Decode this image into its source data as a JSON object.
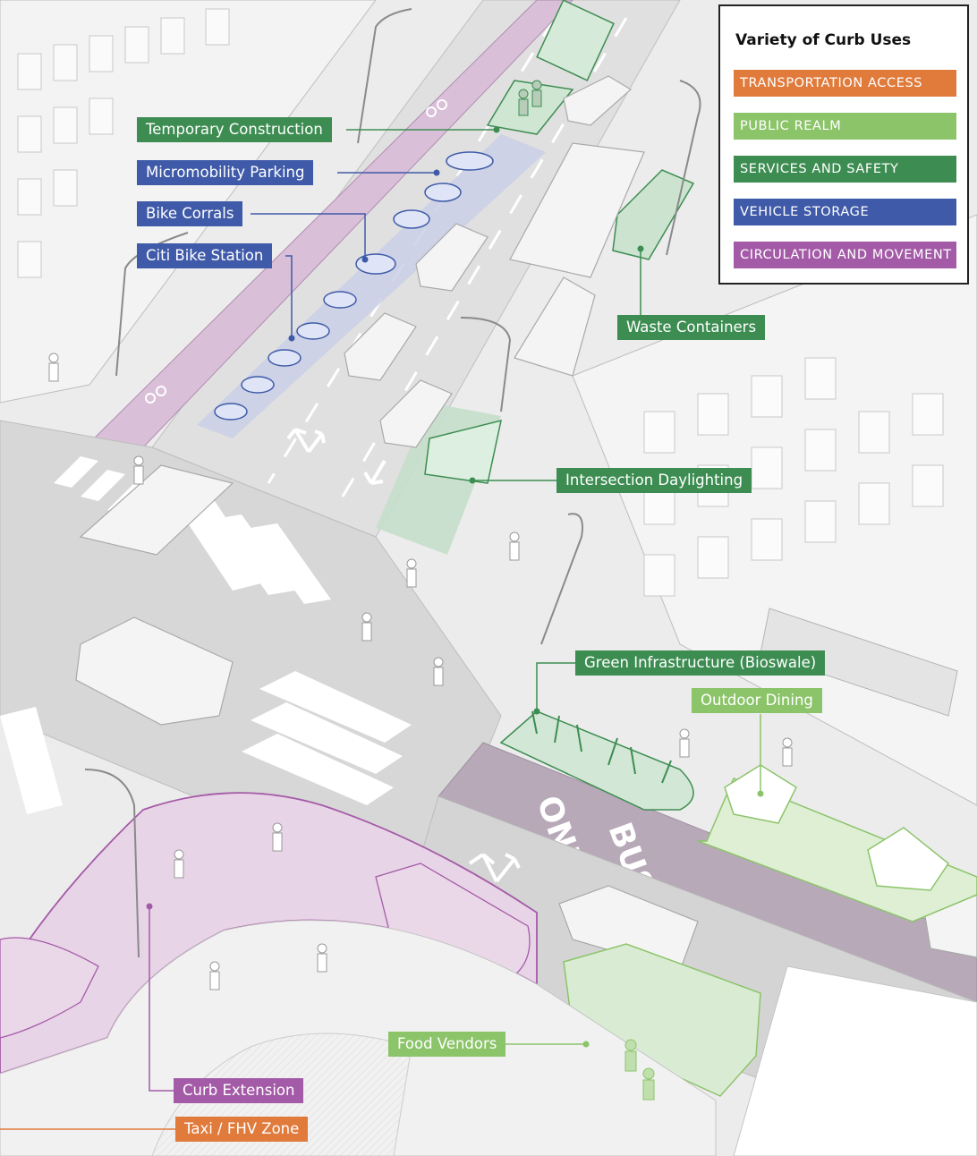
{
  "colors": {
    "transportation_access": "#e07b3c",
    "public_realm": "#8cc46a",
    "services_and_safety": "#3d8d52",
    "vehicle_storage": "#3f5aa8",
    "circulation_and_movement": "#a45ba7"
  },
  "legend": {
    "title": "Variety of Curb Uses",
    "items": [
      {
        "label": "TRANSPORTATION ACCESS",
        "category": "transportation_access"
      },
      {
        "label": "PUBLIC REALM",
        "category": "public_realm"
      },
      {
        "label": "SERVICES AND SAFETY",
        "category": "services_and_safety"
      },
      {
        "label": "VEHICLE STORAGE",
        "category": "vehicle_storage"
      },
      {
        "label": "CIRCULATION AND MOVEMENT",
        "category": "circulation_and_movement"
      }
    ]
  },
  "callouts": [
    {
      "id": "temporary-construction",
      "label": "Temporary Construction",
      "category": "services_and_safety"
    },
    {
      "id": "micromobility-parking",
      "label": "Micromobility Parking",
      "category": "vehicle_storage"
    },
    {
      "id": "bike-corrals",
      "label": "Bike Corrals",
      "category": "vehicle_storage"
    },
    {
      "id": "citi-bike-station",
      "label": "Citi Bike Station",
      "category": "vehicle_storage"
    },
    {
      "id": "waste-containers",
      "label": "Waste Containers",
      "category": "services_and_safety"
    },
    {
      "id": "intersection-daylighting",
      "label": "Intersection Daylighting",
      "category": "services_and_safety"
    },
    {
      "id": "green-infrastructure",
      "label": "Green Infrastructure (Bioswale)",
      "category": "services_and_safety"
    },
    {
      "id": "outdoor-dining",
      "label": "Outdoor Dining",
      "category": "public_realm"
    },
    {
      "id": "food-vendors",
      "label": "Food Vendors",
      "category": "public_realm"
    },
    {
      "id": "curb-extension",
      "label": "Curb Extension",
      "category": "circulation_and_movement"
    },
    {
      "id": "taxi-fhv-zone",
      "label": "Taxi / FHV Zone",
      "category": "transportation_access"
    }
  ],
  "road_markings": {
    "bus_lane_top": "ONLY",
    "bus_lane_bottom": "BUS"
  },
  "scene_icons": [
    "bicycle-icon",
    "turn-arrow-icon",
    "straight-arrow-icon",
    "umbrella-icon",
    "tree-icon",
    "truck-icon",
    "car-icon",
    "pedestrian-icon"
  ]
}
